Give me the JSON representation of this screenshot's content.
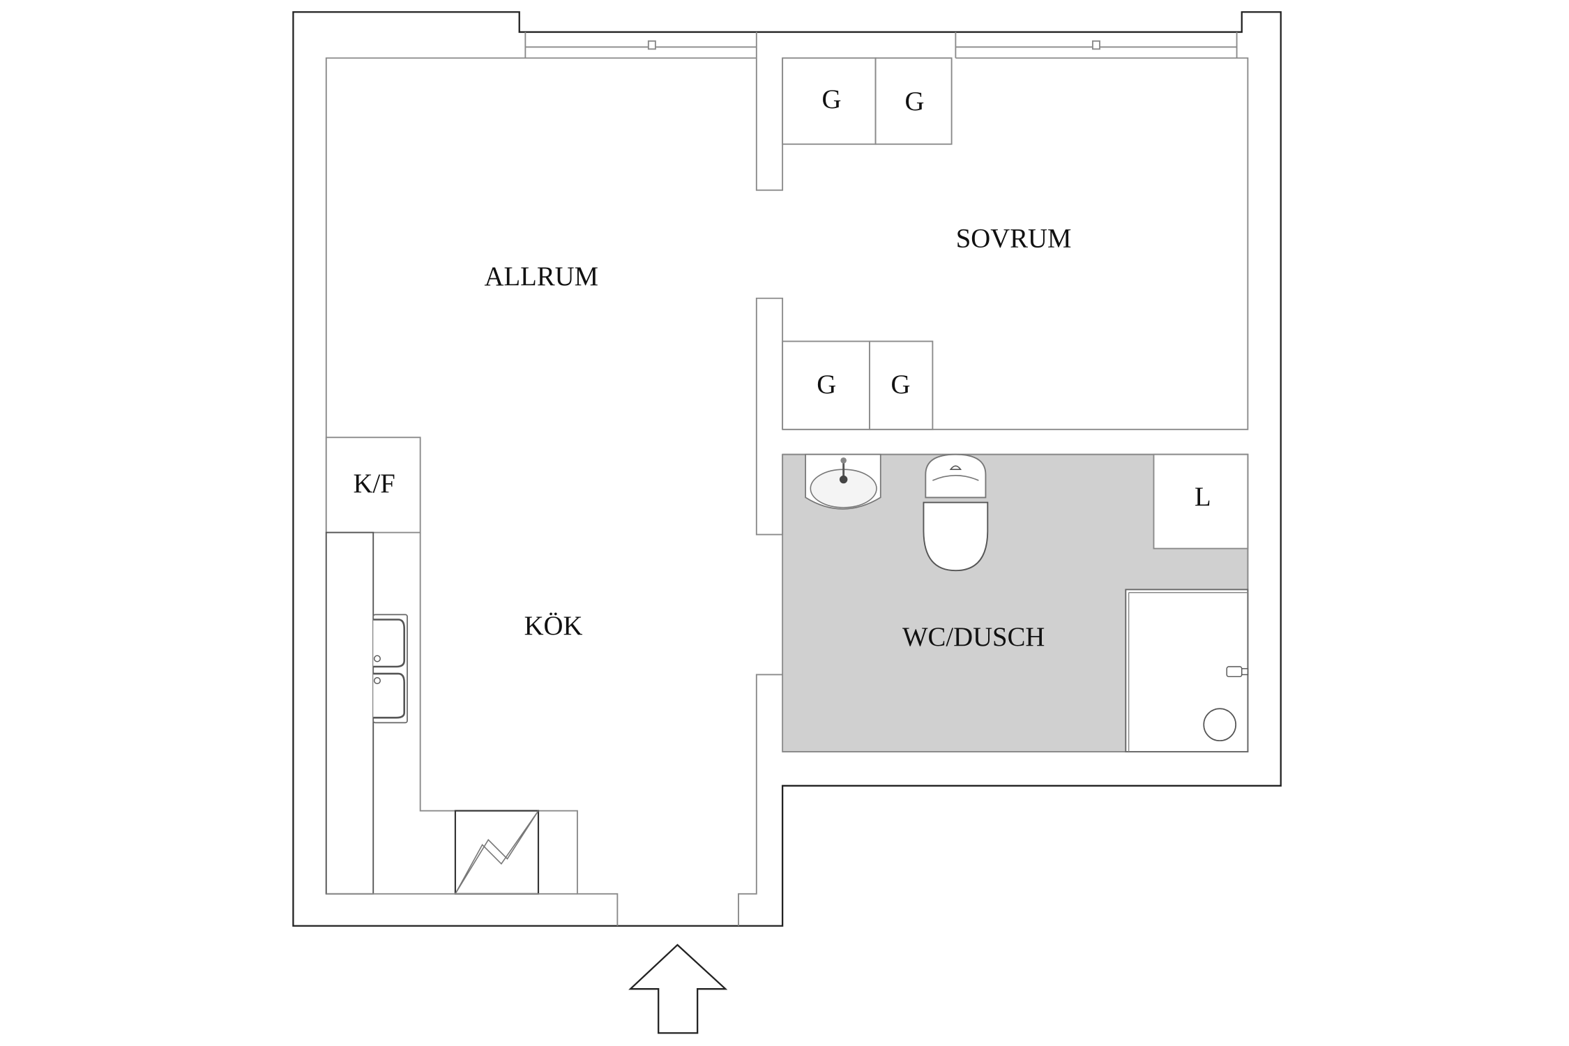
{
  "floorplan": {
    "rooms": [
      {
        "id": "allrum",
        "label": "ALLRUM"
      },
      {
        "id": "sovrum",
        "label": "SOVRUM"
      },
      {
        "id": "kok",
        "label": "KÖK"
      },
      {
        "id": "wc_dusch",
        "label": "WC/DUSCH"
      }
    ],
    "fixtures": {
      "wardrobes": [
        "G",
        "G",
        "G",
        "G"
      ],
      "fridge_freezer": "K/F",
      "laundry": "L"
    },
    "colors": {
      "bathroom_floor": "#d0d0d0",
      "outer_wall": "#222222",
      "inner_line": "#8a8a8a"
    },
    "entrance_arrow": "entrance-arrow"
  }
}
